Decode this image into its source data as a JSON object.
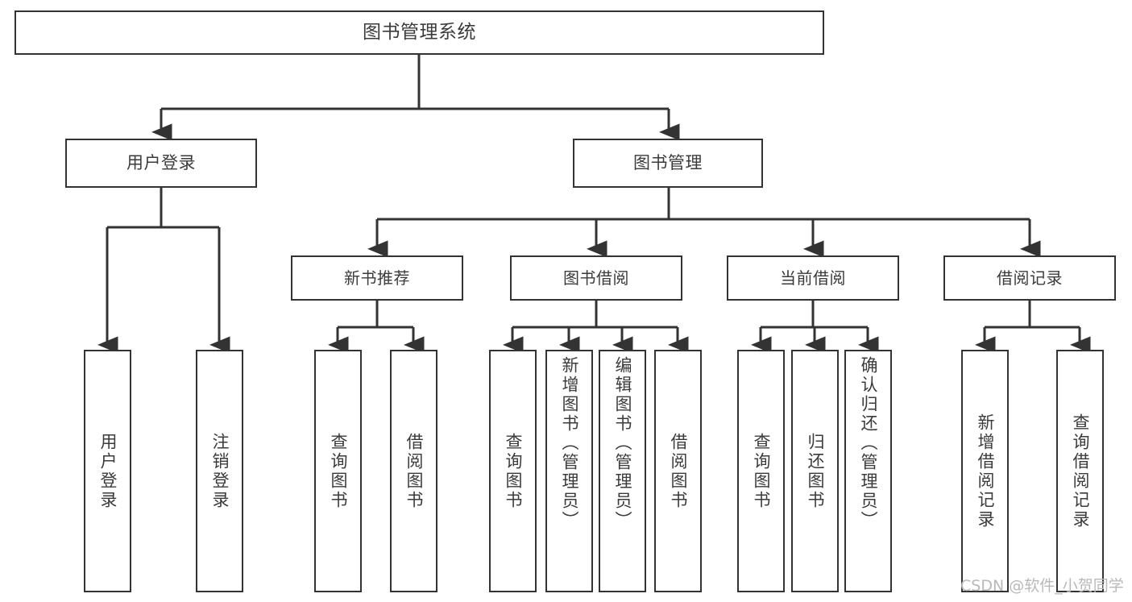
{
  "diagram": {
    "title": "图书管理系统",
    "type": "tree",
    "watermark": "CSDN @软件_小贺同学",
    "colors": {
      "box_border": "#333333",
      "box_fill": "#ffffff",
      "connector": "#333333",
      "text": "#3b3b3b",
      "watermark": "#b9b9b9",
      "background": "#ffffff"
    },
    "root": {
      "label": "图书管理系统"
    },
    "level1": [
      {
        "label": "用户登录"
      },
      {
        "label": "图书管理"
      }
    ],
    "level2": [
      {
        "label": "新书推荐"
      },
      {
        "label": "图书借阅"
      },
      {
        "label": "当前借阅"
      },
      {
        "label": "借阅记录"
      }
    ],
    "leaves": {
      "user_login": [
        {
          "label": "用户登录"
        },
        {
          "label": "注销登录"
        }
      ],
      "new_book_recommend": [
        {
          "label": "查询图书"
        },
        {
          "label": "借阅图书"
        }
      ],
      "book_borrow": [
        {
          "label": "查询图书"
        },
        {
          "label": "新增图书（管理员）"
        },
        {
          "label": "编辑图书（管理员）"
        },
        {
          "label": "借阅图书"
        }
      ],
      "current_borrow": [
        {
          "label": "查询图书"
        },
        {
          "label": "归还图书"
        },
        {
          "label": "确认归还（管理员）"
        }
      ],
      "borrow_record": [
        {
          "label": "新增借阅记录"
        },
        {
          "label": "查询借阅记录"
        }
      ]
    }
  }
}
